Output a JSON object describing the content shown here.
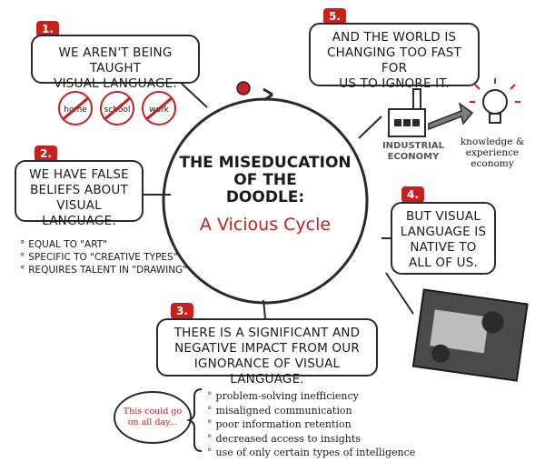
{
  "center": {
    "title_line1": "THE MISEDUCATION",
    "title_line2": "OF THE",
    "title_line3": "DOODLE:",
    "subtitle": "A Vicious Cycle"
  },
  "steps": [
    {
      "num": "1.",
      "text_line1": "WE AREN'T BEING TAUGHT",
      "text_line2": "VISUAL LANGUAGE."
    },
    {
      "num": "2.",
      "text_line1": "WE HAVE FALSE",
      "text_line2": "BELIEFS ABOUT",
      "text_line3": "VISUAL LANGUAGE."
    },
    {
      "num": "3.",
      "text_line1": "THERE IS A SIGNIFICANT AND",
      "text_line2": "NEGATIVE IMPACT FROM OUR",
      "text_line3": "IGNORANCE OF VISUAL LANGUAGE."
    },
    {
      "num": "4.",
      "text_line1": "BUT VISUAL",
      "text_line2": "LANGUAGE IS",
      "text_line3": "NATIVE TO",
      "text_line4": "ALL OF US."
    },
    {
      "num": "5.",
      "text_line1": "AND THE WORLD IS",
      "text_line2": "CHANGING TOO FAST FOR",
      "text_line3": "US TO IGNORE IT."
    }
  ],
  "no_chips": [
    "home",
    "school",
    "work"
  ],
  "beliefs": [
    "EQUAL TO \"art\"",
    "SPECIFIC TO \"creative types\"",
    "REQUIRES TALENT IN \"drawing\""
  ],
  "economy": {
    "industrial_line1": "INDUSTRIAL",
    "industrial_line2": "ECONOMY",
    "knowledge_line1": "knowledge &",
    "knowledge_line2": "experience economy"
  },
  "bubble": {
    "line1": "This could go",
    "line2": "on all day..."
  },
  "impacts": [
    "problem-solving inefficiency",
    "misaligned communication",
    "poor information retention",
    "decreased access to insights",
    "use of only certain types of intelligence"
  ],
  "colors": {
    "accent": "#c8201f",
    "ink": "#2a2a2a"
  }
}
